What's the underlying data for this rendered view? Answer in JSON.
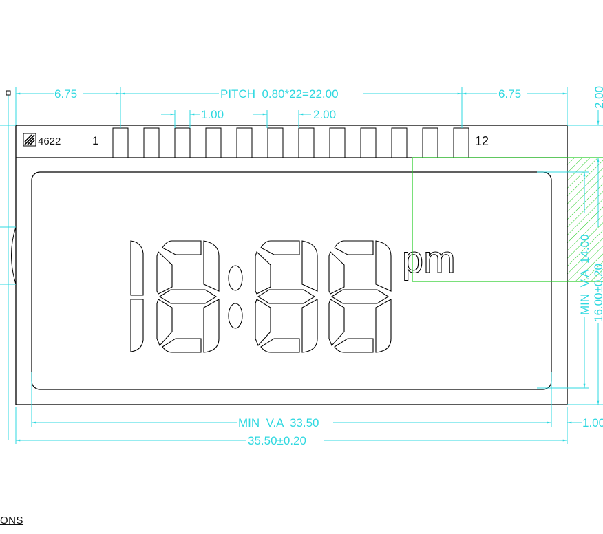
{
  "drawing": {
    "part_label": "4622",
    "pin_first_label": "1",
    "pin_last_label": "12",
    "pin_count": 12,
    "display": {
      "digits_text": "18:88",
      "suffix_text": "pm"
    },
    "footer_fragment": "ONS",
    "colors": {
      "outline": "#000000",
      "dimension": "#2fd8e0",
      "selection": "#22cc22",
      "background": "#ffffff"
    }
  },
  "dimensions": {
    "left_margin": "6.75",
    "pitch": "PITCH  0.80*22=22.00",
    "right_margin": "6.75",
    "pin_width": "1.00",
    "pin_gap": "2.00",
    "top_offset": "2.00",
    "min_va_height": "MIN  V.A  14.00",
    "total_height": "16.00±0.20",
    "min_va_width": "MIN  V.A  33.50",
    "total_width": "35.50±0.20",
    "right_offset": "1.00"
  }
}
